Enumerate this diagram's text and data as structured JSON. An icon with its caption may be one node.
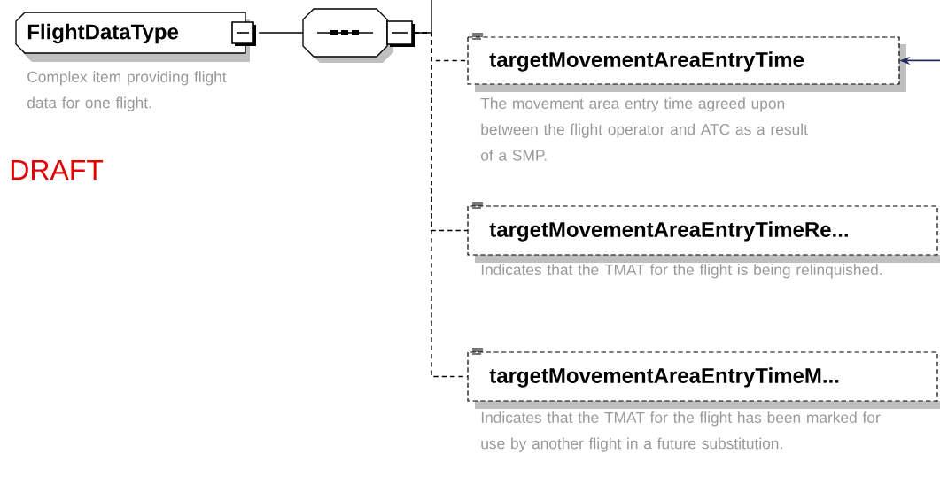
{
  "diagram": {
    "nodes": [
      {
        "text": [
          "FlightDataType"
        ],
        "beside": [
          "Complex item providing flight data for one flight."
        ]
      },
      {
        "text": [],
        "shape": "octagon"
      },
      {
        "text": [
          "targetMovementAreaEntryTime"
        ],
        "beside": [
          "The movement area entry time agreed upon between the flight operator and ATC as a result of a SMP."
        ]
      },
      {
        "text": [
          "targetMovementAreaEntryTimeRe..."
        ],
        "beside": [
          "Indicates that the TMAT for the flight is being relinquished."
        ]
      },
      {
        "text": [
          "targetMovementAreaEntryTimeM..."
        ],
        "beside": [
          "Indicates that the TMAT for the flight has been marked for use by another flight in a future substitution."
        ]
      }
    ],
    "edges": [
      {
        "from": 0,
        "to": 1,
        "arrow": "none"
      },
      {
        "from": 1,
        "to": null,
        "arrow": "none"
      },
      {
        "from": 1,
        "to": 2,
        "arrow": "none",
        "style": "dashed"
      },
      {
        "from": 1,
        "to": 3,
        "arrow": "none",
        "style": "dashed"
      },
      {
        "from": 1,
        "to": 4,
        "arrow": "none",
        "style": "dashed"
      },
      {
        "from": null,
        "to": 2,
        "arrow": "to",
        "color": "#1f2d5c"
      }
    ],
    "labels": [
      "DRAFT"
    ]
  }
}
